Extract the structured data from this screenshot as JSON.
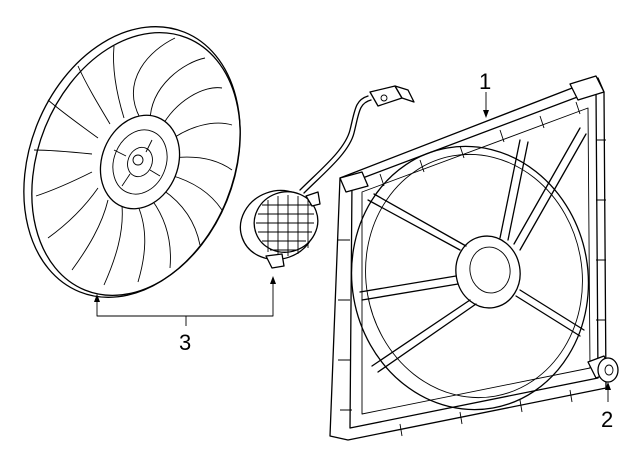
{
  "callouts": {
    "shroud": "1",
    "push_pin": "2",
    "fan_and_motor": "3"
  }
}
